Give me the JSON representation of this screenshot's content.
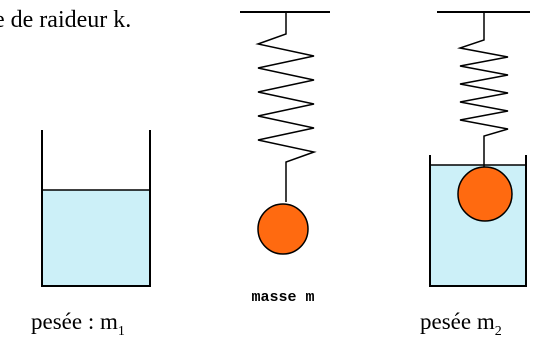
{
  "caption_top": "e de raideur k.",
  "labels": {
    "left": {
      "text": "pesée : m",
      "sub": "1"
    },
    "middle": "masse m",
    "right": {
      "text": "pesée m",
      "sub": "2"
    }
  },
  "colors": {
    "water": "#CCF0F8",
    "ball": "#FF6A10",
    "stroke": "#000000"
  }
}
